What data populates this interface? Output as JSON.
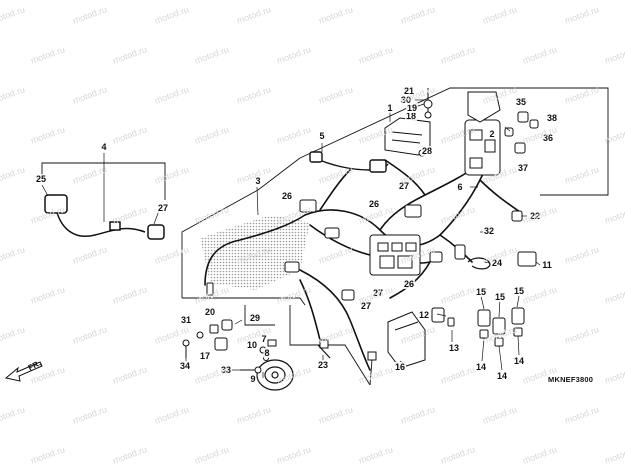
{
  "diagram": {
    "code": "MKNEF3800",
    "direction_label": "FR.",
    "watermark": "motod.ru",
    "parts": [
      {
        "id": "p1",
        "label": "1"
      },
      {
        "id": "p2",
        "label": "2"
      },
      {
        "id": "p3",
        "label": "3"
      },
      {
        "id": "p4",
        "label": "4"
      },
      {
        "id": "p5",
        "label": "5"
      },
      {
        "id": "p6",
        "label": "6"
      },
      {
        "id": "p7",
        "label": "7"
      },
      {
        "id": "p8",
        "label": "8"
      },
      {
        "id": "p9",
        "label": "9"
      },
      {
        "id": "p10",
        "label": "10"
      },
      {
        "id": "p11",
        "label": "11"
      },
      {
        "id": "p12",
        "label": "12"
      },
      {
        "id": "p13",
        "label": "13"
      },
      {
        "id": "p14a",
        "label": "14"
      },
      {
        "id": "p14b",
        "label": "14"
      },
      {
        "id": "p14c",
        "label": "14"
      },
      {
        "id": "p15a",
        "label": "15"
      },
      {
        "id": "p15b",
        "label": "15"
      },
      {
        "id": "p15c",
        "label": "15"
      },
      {
        "id": "p16",
        "label": "16"
      },
      {
        "id": "p17",
        "label": "17"
      },
      {
        "id": "p18",
        "label": "18"
      },
      {
        "id": "p19",
        "label": "19"
      },
      {
        "id": "p20",
        "label": "20"
      },
      {
        "id": "p21",
        "label": "21"
      },
      {
        "id": "p22",
        "label": "22"
      },
      {
        "id": "p23",
        "label": "23"
      },
      {
        "id": "p24",
        "label": "24"
      },
      {
        "id": "p25",
        "label": "25"
      },
      {
        "id": "p26a",
        "label": "26"
      },
      {
        "id": "p26b",
        "label": "26"
      },
      {
        "id": "p26c",
        "label": "26"
      },
      {
        "id": "p27a",
        "label": "27"
      },
      {
        "id": "p27b",
        "label": "27"
      },
      {
        "id": "p27c",
        "label": "27"
      },
      {
        "id": "p27d",
        "label": "27"
      },
      {
        "id": "p28",
        "label": "28"
      },
      {
        "id": "p29",
        "label": "29"
      },
      {
        "id": "p30",
        "label": "30"
      },
      {
        "id": "p31",
        "label": "31"
      },
      {
        "id": "p32",
        "label": "32"
      },
      {
        "id": "p33",
        "label": "33"
      },
      {
        "id": "p34",
        "label": "34"
      },
      {
        "id": "p35",
        "label": "35"
      },
      {
        "id": "p36",
        "label": "36"
      },
      {
        "id": "p37",
        "label": "37"
      },
      {
        "id": "p38",
        "label": "38"
      }
    ]
  }
}
